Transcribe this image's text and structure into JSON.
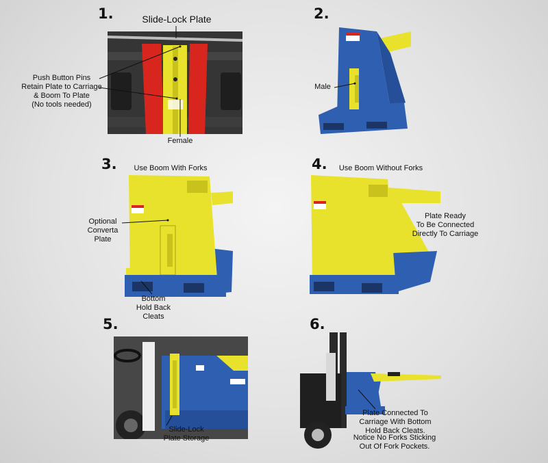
{
  "panels": [
    {
      "number": "1.",
      "labels": {
        "top": "Slide-Lock Plate",
        "pins": "Push Button Pins\nRetain Plate to Carriage\n& Boom To Plate\n(No tools needed)",
        "female": "Female"
      }
    },
    {
      "number": "2.",
      "labels": {
        "male": "Male"
      }
    },
    {
      "number": "3.",
      "labels": {
        "caption": "Use Boom With Forks",
        "optional": "Optional\nConverta\nPlate",
        "cleats": "Bottom\nHold Back\nCleats"
      }
    },
    {
      "number": "4.",
      "labels": {
        "caption": "Use Boom Without Forks",
        "ready": "Plate Ready\nTo Be Connected\nDirectly To Carriage"
      }
    },
    {
      "number": "5.",
      "labels": {
        "storage": "Slide-Lock\nPlate Storage"
      }
    },
    {
      "number": "6.",
      "labels": {
        "connected": "Plate Connected To\nCarriage With Bottom\nHold Back Cleats.",
        "notice": "Notice No Forks Sticking\nOut Of Fork Pockets."
      }
    }
  ],
  "colors": {
    "yellow": "#e8e22c",
    "blue": "#2f5fb0",
    "red": "#d8261f",
    "dark": "#2a2a2a"
  }
}
